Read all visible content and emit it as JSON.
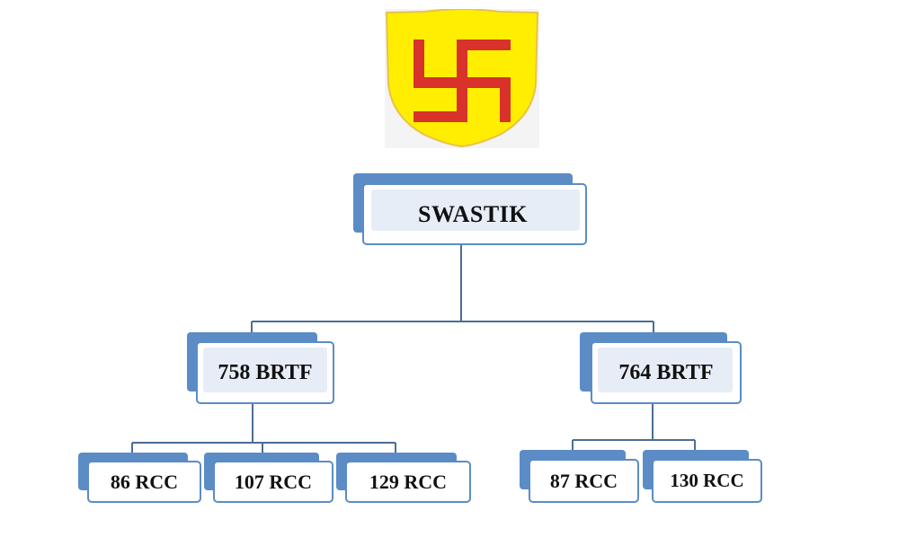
{
  "emblem": {
    "icon": "swastika-shield-icon",
    "shield_color": "#ffee00",
    "shield_edge_color": "#e8c24a",
    "symbol_color": "#d8322a"
  },
  "colors": {
    "node_fill": "#5b8cc6",
    "node_border": "#5b8cc6",
    "line": "#4a6e96"
  },
  "org_chart": {
    "root": "SWASTIK",
    "units": [
      {
        "name": "758 BRTF",
        "sub_units": [
          "86 RCC",
          "107 RCC",
          "129 RCC"
        ]
      },
      {
        "name": "764 BRTF",
        "sub_units": [
          "87 RCC",
          "130 RCC"
        ]
      }
    ]
  }
}
